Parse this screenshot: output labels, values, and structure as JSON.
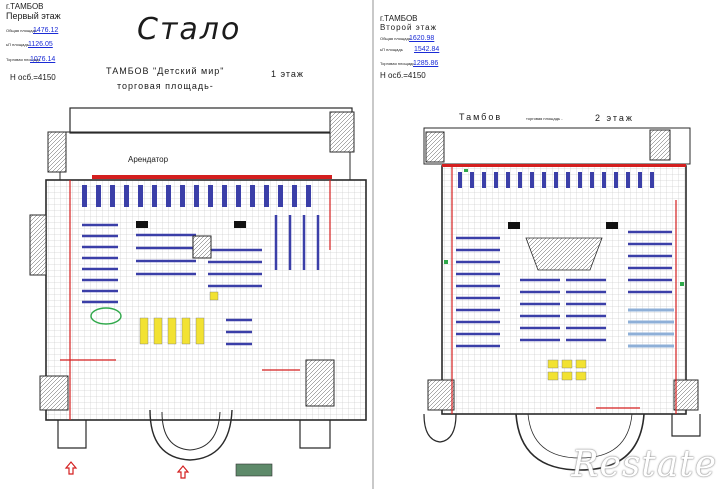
{
  "left_sheet": {
    "city": "г.ТАМБОВ",
    "floor": "Первый этаж",
    "area_label_1": "Общая площадь",
    "area_value_1": "1476.12",
    "area_label_2": "ьП площадь",
    "area_value_2": "1126.05",
    "area_label_3": "Торговая площадь",
    "area_value_3": "1076.14",
    "height": "H осб.=4150",
    "big_title": "Стало",
    "store_title": "ТАМБОВ \"Детский мир\"",
    "floor_tag": "1 этаж",
    "subtitle": "торговая площадь-",
    "tenant": "Арендатор"
  },
  "right_sheet": {
    "city": "г.ТАМБОВ",
    "floor": "Второй этаж",
    "area_label_1": "Общая площадь",
    "area_value_1": "1620.98",
    "area_label_2": "ьП площадь",
    "area_value_2": "1542.84",
    "area_label_3": "Торговая площадь",
    "area_value_3": "1285.86",
    "height": "H осб.=4150",
    "store_title": "Тамбов",
    "subtitle": "торговая площадь -",
    "floor_tag": "2 этаж"
  },
  "watermark": "Restate",
  "colors": {
    "wall": "#2a2a2a",
    "shelf": "#3b3fa8",
    "accent_red": "#d41f1f",
    "accent_yellow": "#f2e232",
    "accent_green": "#2fa84a",
    "grid": "#bfbfbf"
  }
}
